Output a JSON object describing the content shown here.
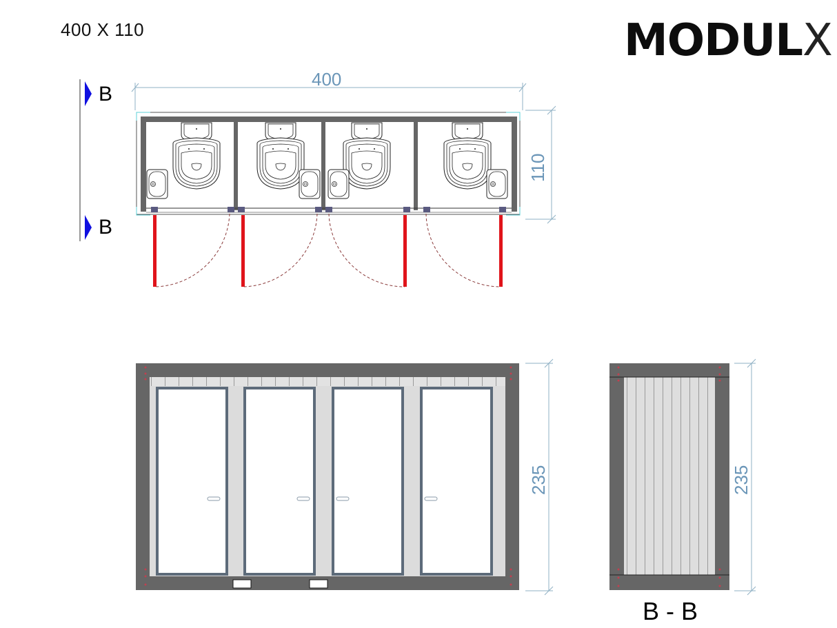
{
  "header": {
    "size_label": "400 X 110",
    "brand": {
      "main": "MODUL",
      "accent": "X"
    }
  },
  "plan_view": {
    "width_dimension": "400",
    "depth_dimension": "110",
    "section_markers": [
      "B",
      "B"
    ],
    "cabins": [
      {
        "id": 1,
        "toilet": true,
        "sink_side": "left",
        "door_hinge": "left"
      },
      {
        "id": 2,
        "toilet": true,
        "sink_side": "right",
        "door_hinge": "left"
      },
      {
        "id": 3,
        "toilet": true,
        "sink_side": "left",
        "door_hinge": "right"
      },
      {
        "id": 4,
        "toilet": true,
        "sink_side": "right",
        "door_hinge": "right"
      }
    ]
  },
  "front_elevation": {
    "height_dimension": "235",
    "door_count": 4,
    "vent_count": 2
  },
  "section_view": {
    "height_dimension": "235",
    "label": "B - B"
  },
  "colors": {
    "frame": "#666666",
    "door_frame": "#5d6b7a",
    "panel": "#dcdcdc",
    "door_open": "#e0141b",
    "dimension": "#6b96b8",
    "section_arrow": "#1010e0"
  }
}
